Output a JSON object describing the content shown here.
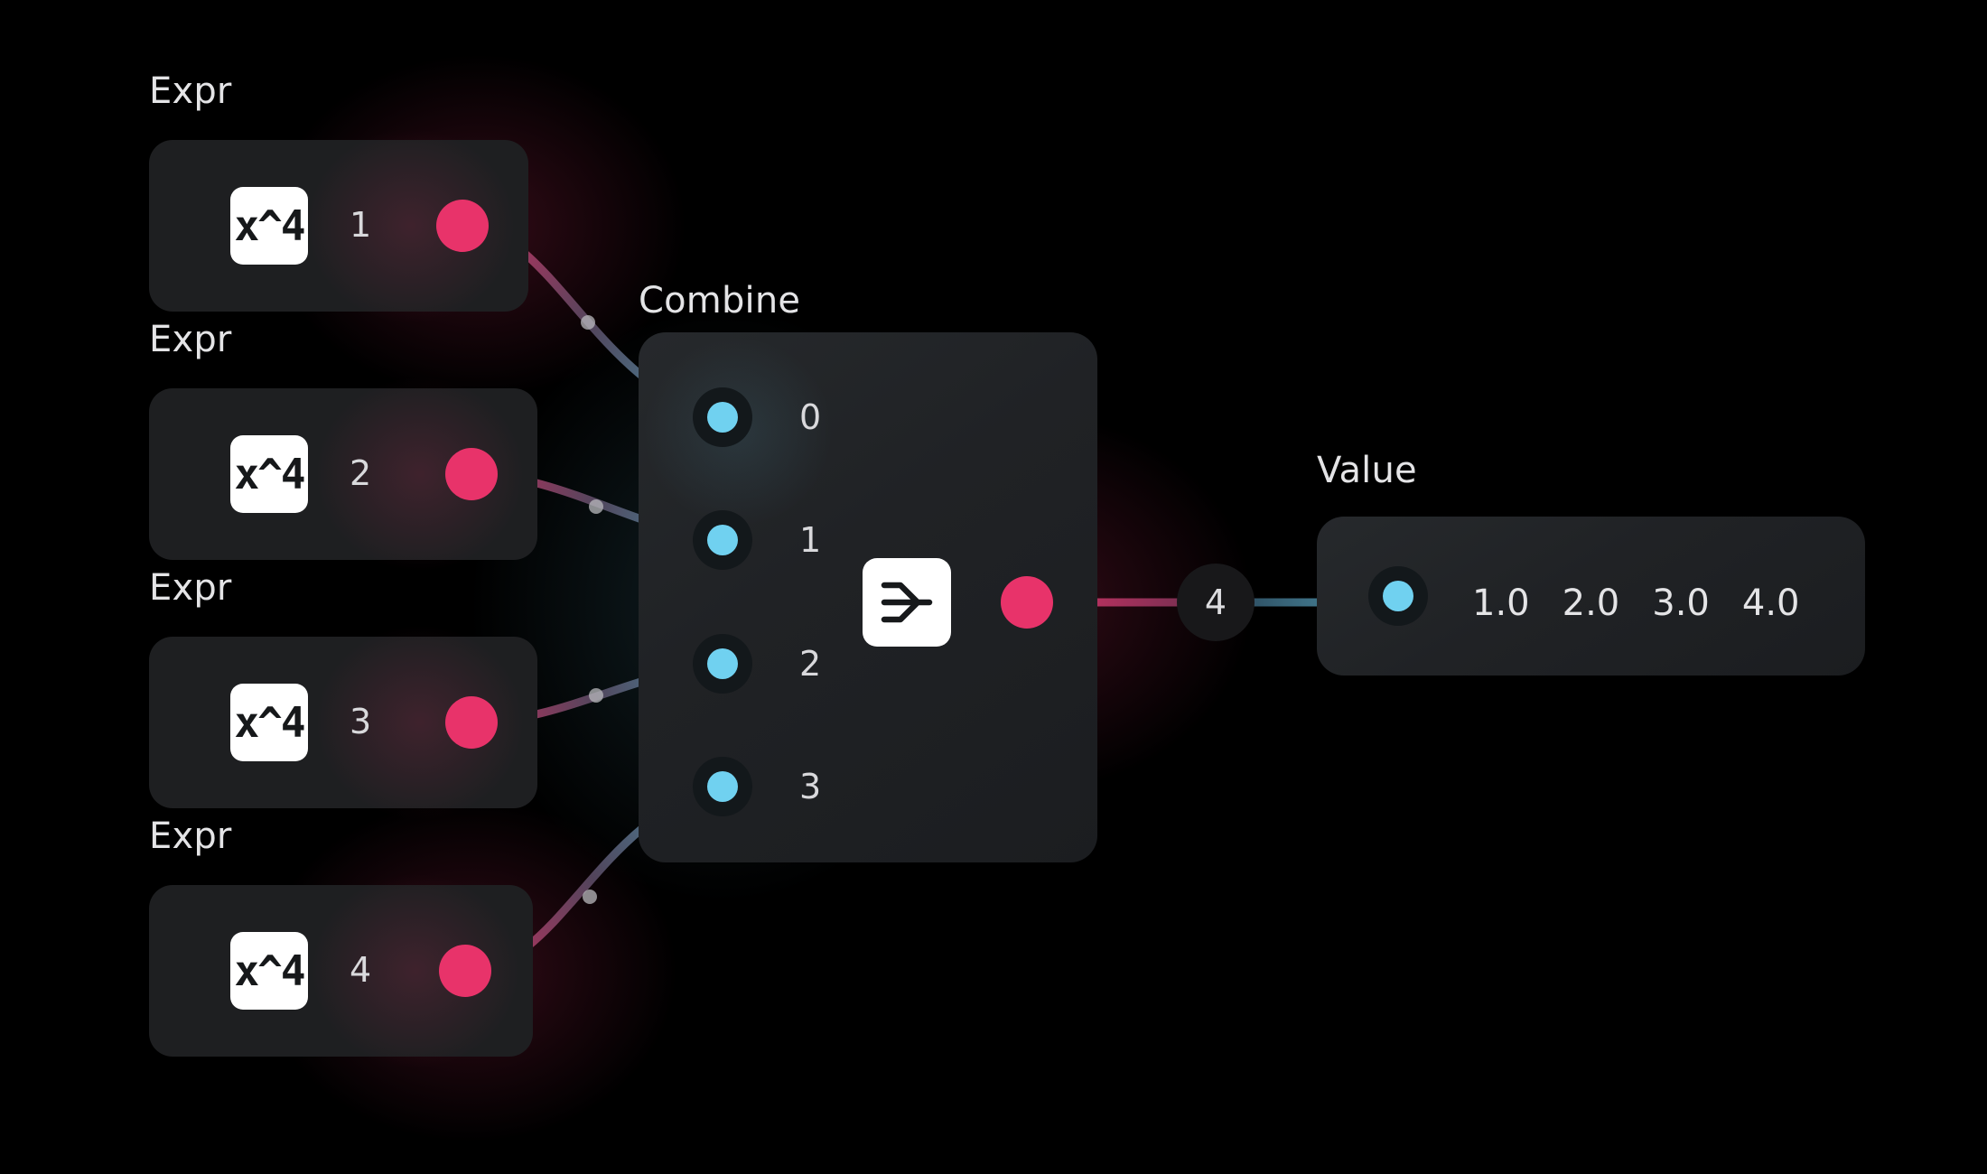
{
  "canvas": {
    "background": "#000000",
    "accent_source": "#e8336a",
    "accent_target": "#70d1f0",
    "node_background": "#1e1f21"
  },
  "expr_nodes": [
    {
      "title": "Expr",
      "icon": "x^4",
      "icon_name": "x-power-4-icon",
      "index": "1"
    },
    {
      "title": "Expr",
      "icon": "x^4",
      "icon_name": "x-power-4-icon",
      "index": "2"
    },
    {
      "title": "Expr",
      "icon": "x^4",
      "icon_name": "x-power-4-icon",
      "index": "3"
    },
    {
      "title": "Expr",
      "icon": "x^4",
      "icon_name": "x-power-4-icon",
      "index": "4"
    }
  ],
  "combine_node": {
    "title": "Combine",
    "icon_name": "merge-icon",
    "inputs": [
      {
        "label": "0"
      },
      {
        "label": "1"
      },
      {
        "label": "2"
      },
      {
        "label": "3"
      }
    ]
  },
  "value_node": {
    "title": "Value",
    "values": [
      "1.0",
      "2.0",
      "3.0",
      "4.0"
    ]
  },
  "edges": [
    {
      "from": "expr-1",
      "to": "combine-in-0",
      "label": ""
    },
    {
      "from": "expr-2",
      "to": "combine-in-1",
      "label": ""
    },
    {
      "from": "expr-3",
      "to": "combine-in-2",
      "label": ""
    },
    {
      "from": "expr-4",
      "to": "combine-in-3",
      "label": ""
    },
    {
      "from": "combine-out",
      "to": "value-in",
      "label": "4"
    }
  ]
}
